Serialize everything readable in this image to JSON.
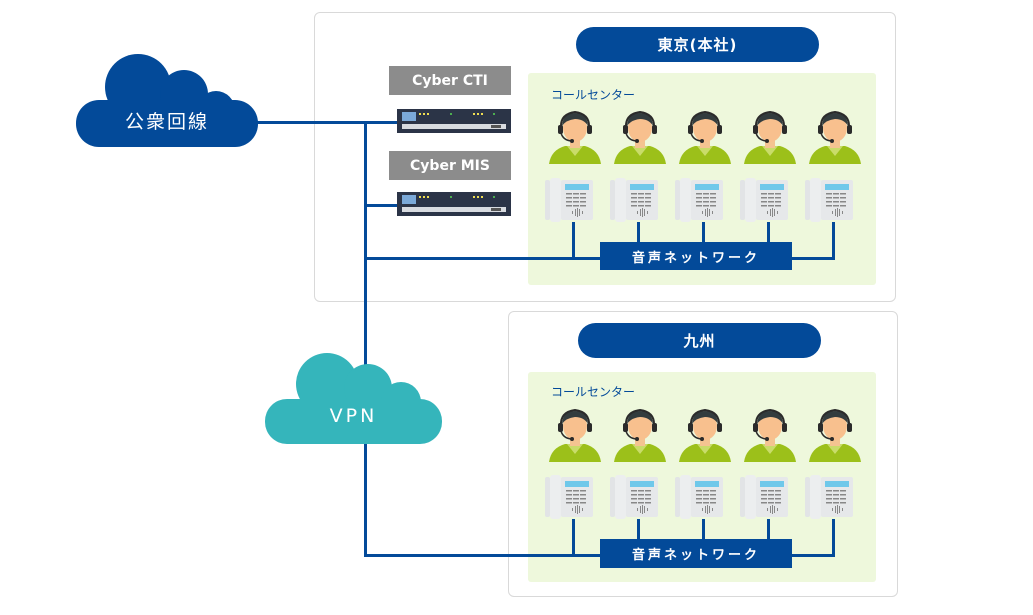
{
  "clouds": {
    "public_network": {
      "label": "公衆回線",
      "color": "#034a99"
    },
    "vpn": {
      "label": "VPN",
      "color": "#35b5bb"
    }
  },
  "servers": [
    {
      "label": "Cyber CTI"
    },
    {
      "label": "Cyber MIS"
    }
  ],
  "sites": [
    {
      "title": "東京(本社)",
      "call_center_label": "コールセンター",
      "agent_count": 5,
      "phone_count": 5,
      "voice_network_label": "音声ネットワーク"
    },
    {
      "title": "九州",
      "call_center_label": "コールセンター",
      "agent_count": 5,
      "phone_count": 5,
      "voice_network_label": "音声ネットワーク"
    }
  ],
  "colors": {
    "primary": "#034a99",
    "vpn": "#35b5bb",
    "call_center_bg": "#eef8dc",
    "server_label_bg": "#8c8c8c",
    "agent_shirt": "#9cc01a"
  }
}
